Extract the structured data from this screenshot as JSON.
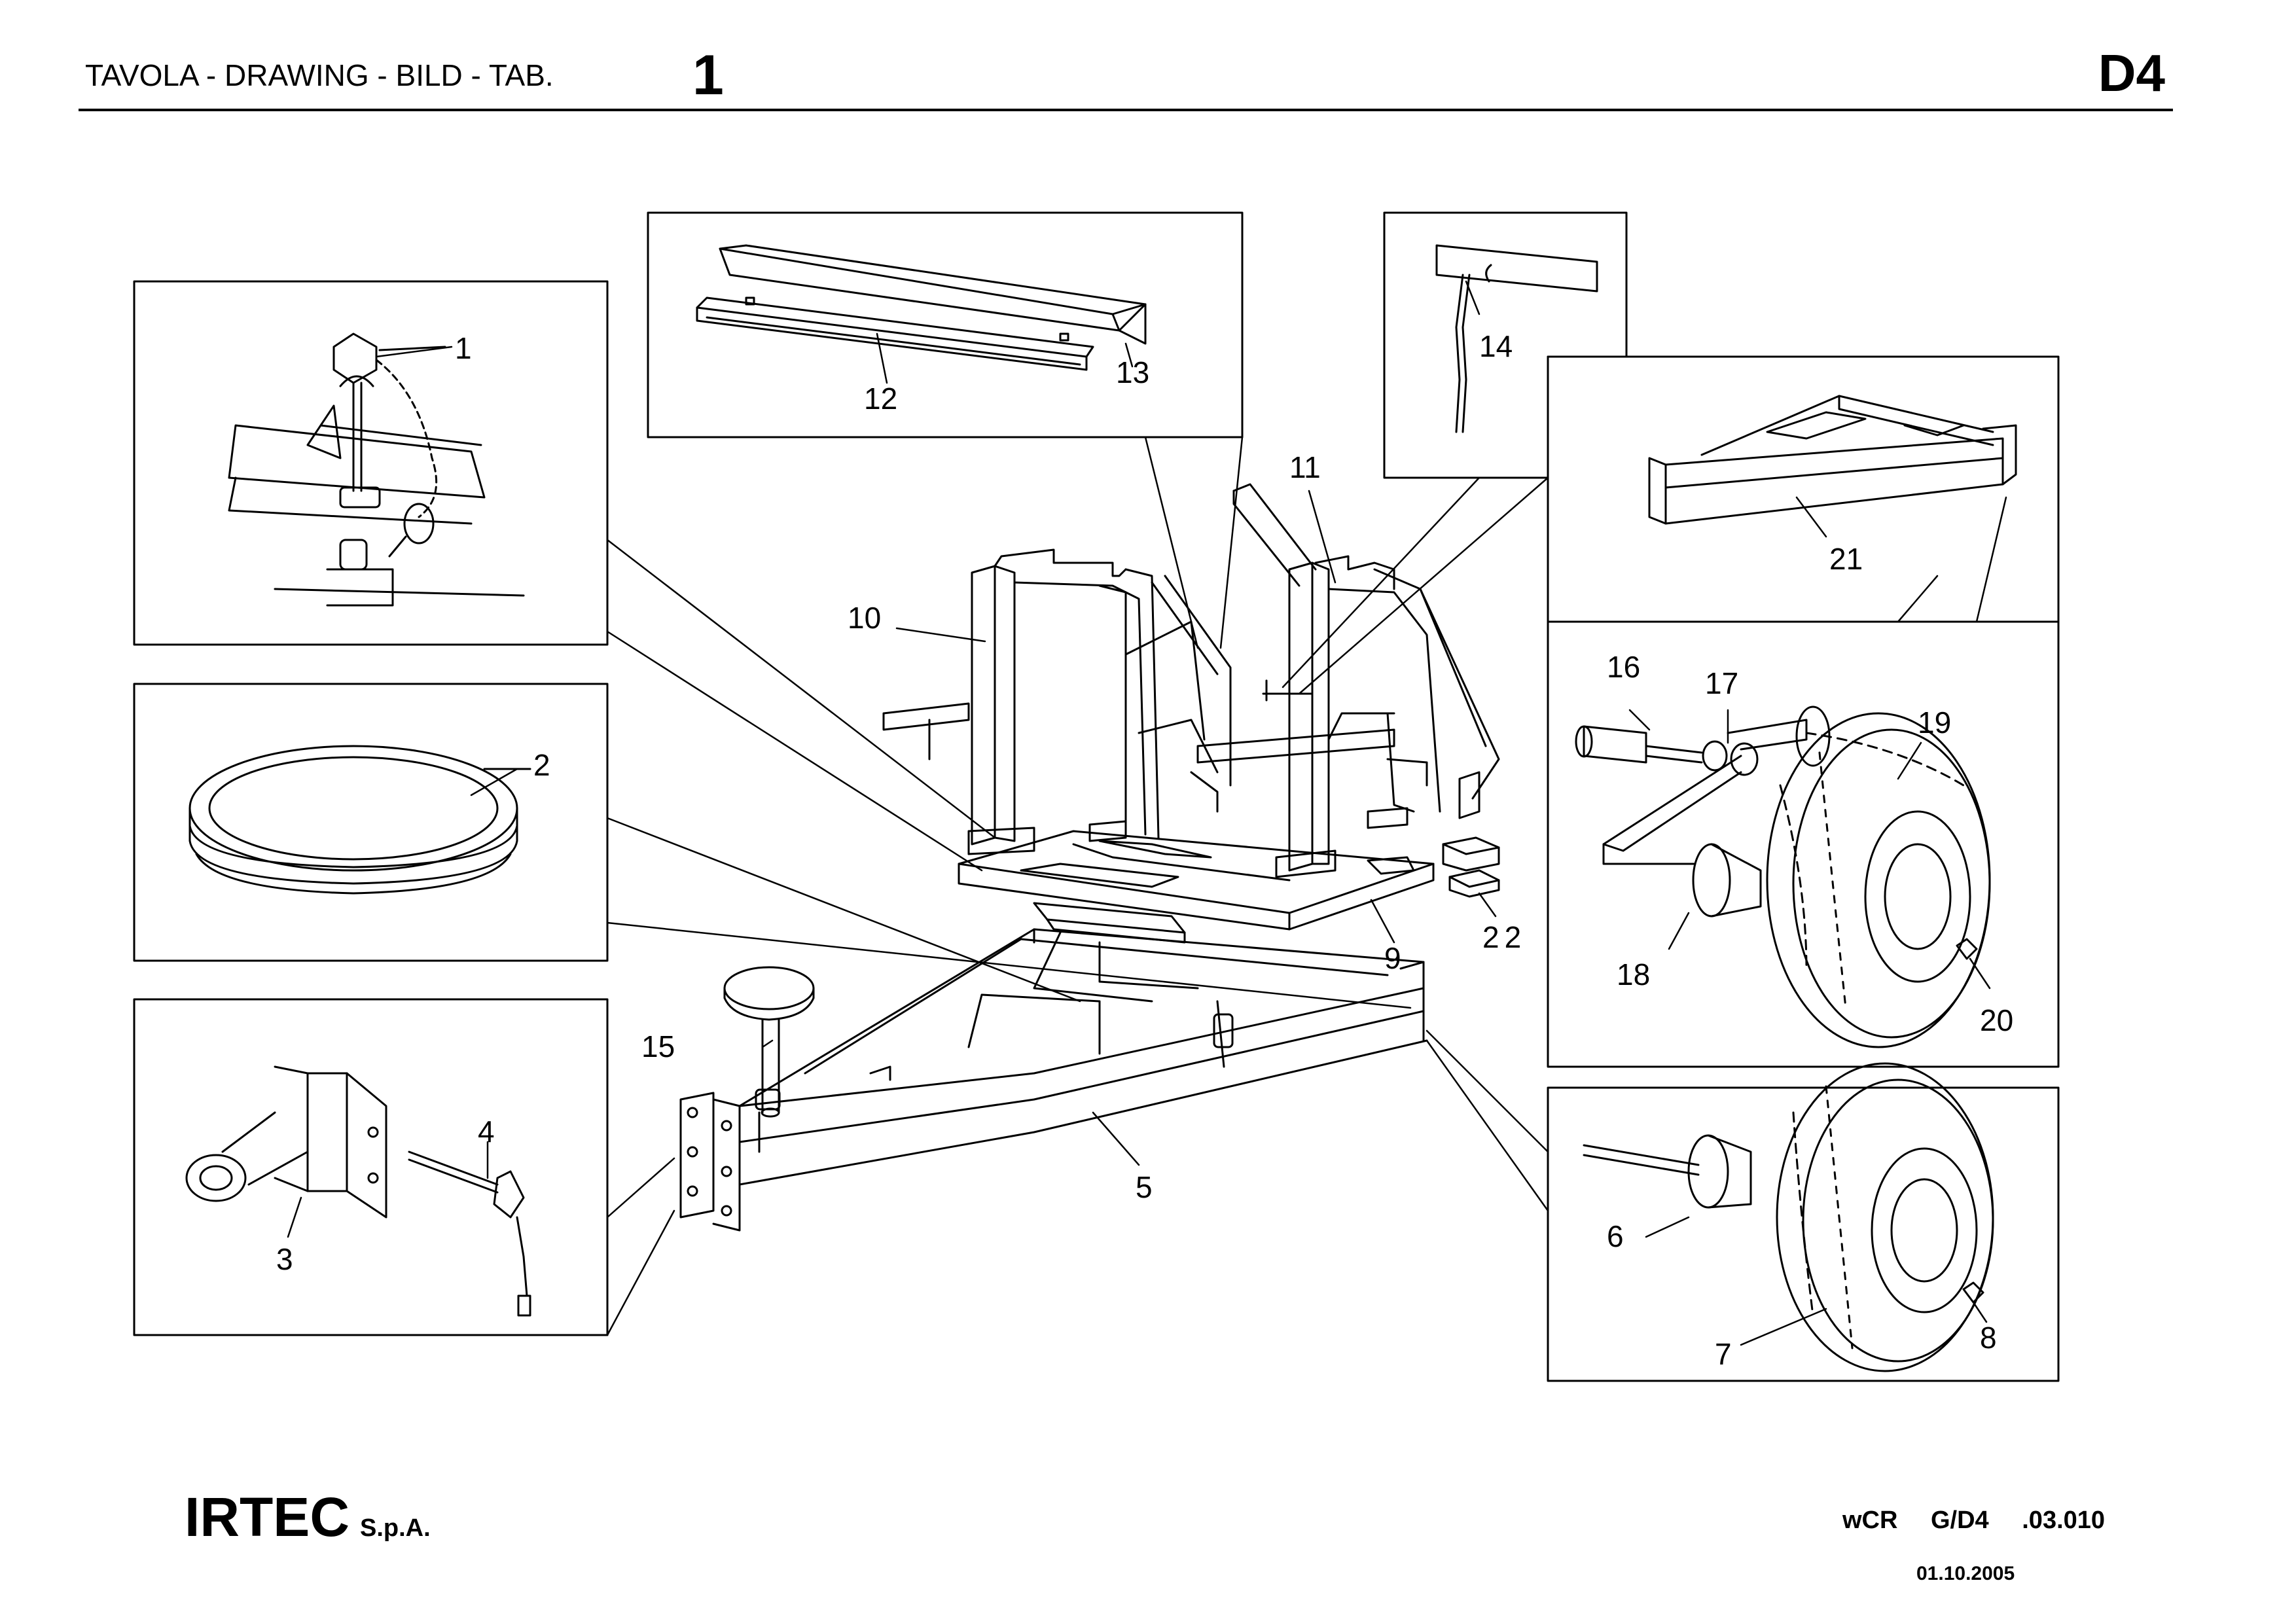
{
  "header": {
    "title": "TAVOLA - DRAWING - BILD - TAB.",
    "table_number": "1",
    "group_code": "D4"
  },
  "footer": {
    "company": "IRTEC",
    "company_suffix": "S.p.A.",
    "doc_code": "wCR G/D4 .03.010",
    "date": "01.10.2005"
  },
  "callouts": [
    "1",
    "2",
    "3",
    "4",
    "5",
    "6",
    "7",
    "8",
    "9",
    "10",
    "11",
    "12",
    "13",
    "14",
    "15",
    "16",
    "17",
    "18",
    "19",
    "20",
    "21",
    "22"
  ]
}
